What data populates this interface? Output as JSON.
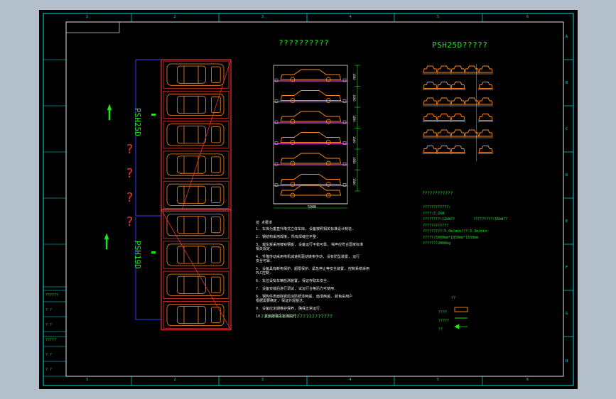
{
  "drawing": {
    "grid_cols": [
      "1",
      "2",
      "3",
      "4",
      "5",
      "6"
    ],
    "grid_rows": [
      "A",
      "B",
      "C",
      "D",
      "E",
      "F",
      "G",
      "H"
    ],
    "middle_title": "??????????",
    "right_title": "PSH25D?????",
    "left_unit_top": "PSH25D",
    "left_unit_bottom": "PSH19D",
    "question_marks": [
      "?",
      "?",
      "?",
      "?"
    ],
    "dim_bottom": "5900",
    "dim_side": [
      "1880",
      "1880",
      "1880",
      "1880",
      "1880",
      "1880"
    ],
    "notes_title": "技 术要求",
    "notes": [
      "1. 车库为垂直升降式立体车库, 设备按照相关标准设计制造.",
      "2. 钢结构采用焊接, 所有焊缝应平整.",
      "3. 载车板采用镀锌钢板, 设备运行平稳可靠, 噪声应符合国家标准",
      "   相关规定.",
      "4. 升降传动采用电机减速机驱动链条传动, 设有防坠装置, 运行",
      "   安全可靠.",
      "5. 设备具有断电保护、超限保护、紧急停止等安全装置, 控制系统采用",
      "   PLC控制.",
      "6. 车位设有车辆检测装置, 保证存取车安全.",
      "7. 设备安装后进行调试, 试运行合格后方可使用.",
      "8. 钢构件表面除锈后涂防锈漆两遍, 面漆两遍, 颜色由用户",
      "   根据需要确定, 保证外观整洁.",
      "9. 设备应定期维护保养, 确保正常运行.",
      "10. 其余按相关标准执行."
    ],
    "notes_footer": "????????????????????????",
    "params_title": "????????????",
    "params": [
      "????????????:",
      "????:2.2kW",
      "????????:12kW??",
      "?????????:55kW??",
      "????????????",
      "?????????:5.0m/min???:5.3m/min",
      "?????:5000mm*1850mm*1550mm",
      "???????2000kg"
    ],
    "legend_title": "??",
    "legend": [
      {
        "label": "????"
      },
      {
        "label": "?????"
      },
      {
        "label": "??"
      }
    ],
    "title_block": [
      "??????",
      "? ?",
      "? ?",
      "?????",
      "? ?",
      "? ?"
    ]
  }
}
